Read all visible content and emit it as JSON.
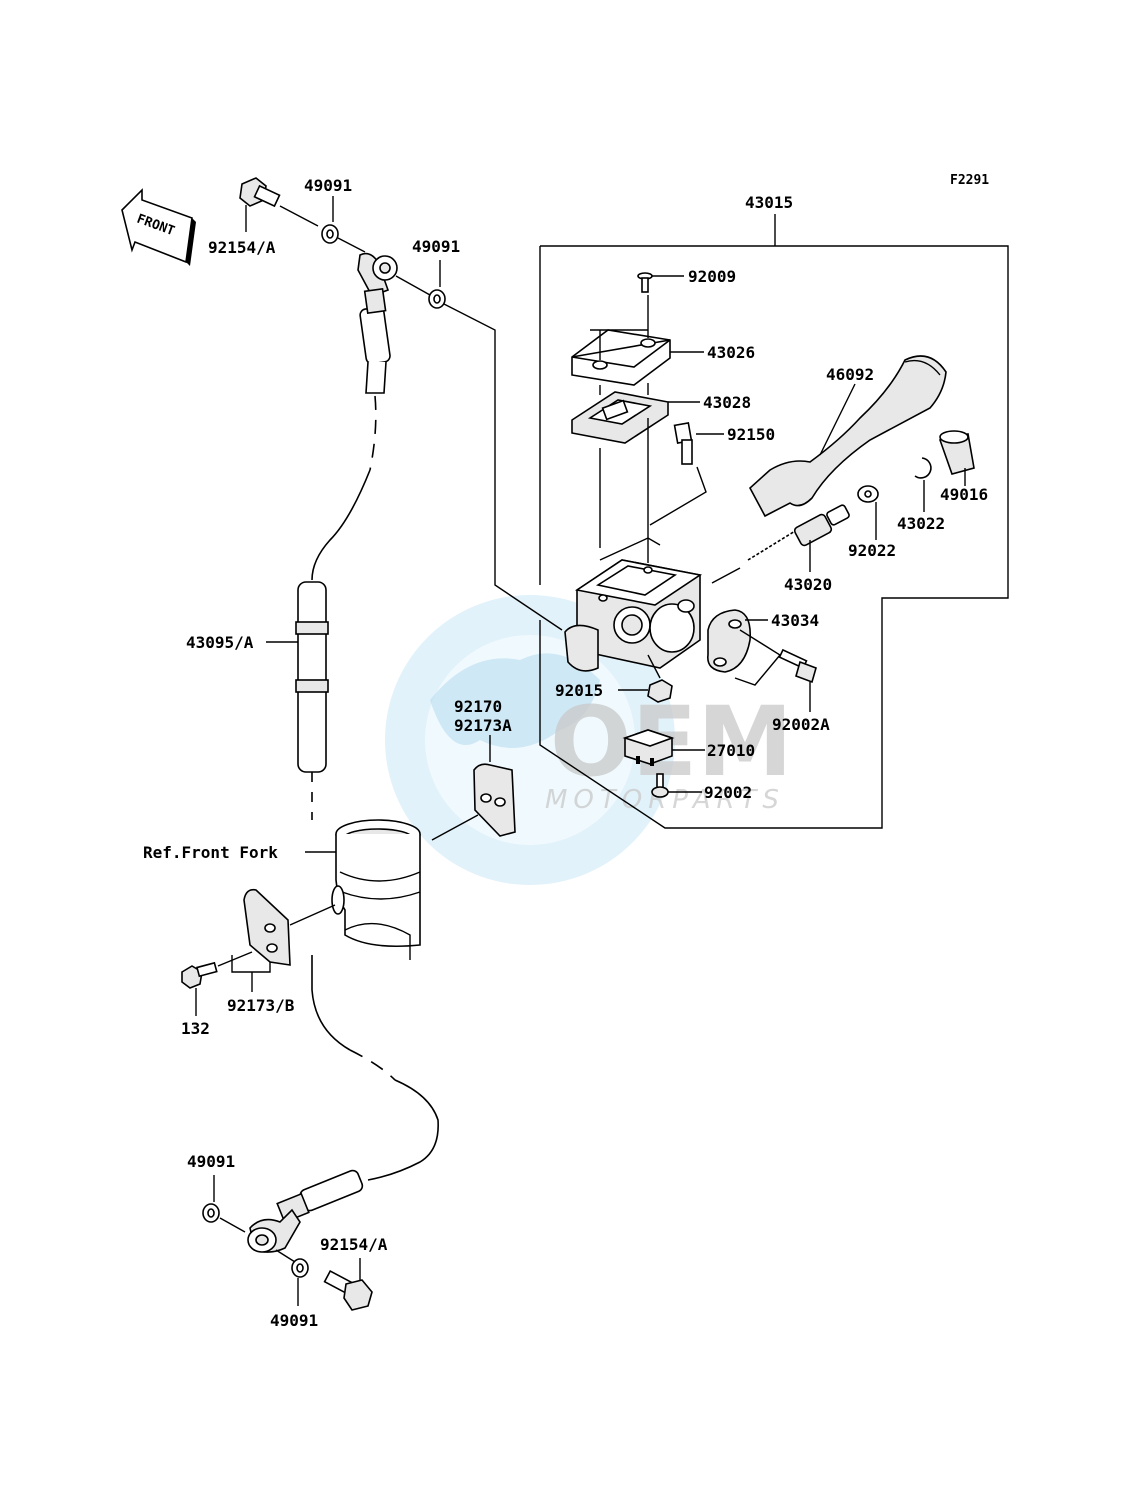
{
  "diagram": {
    "code": "F2291",
    "front_label": "FRONT",
    "watermark": {
      "main": "OEM",
      "sub": "MOTORPARTS"
    },
    "labels": {
      "p43015": "43015",
      "p92009": "92009",
      "p43026": "43026",
      "p43028": "43028",
      "p46092": "46092",
      "p92150": "92150",
      "p49016": "49016",
      "p43022": "43022",
      "p92022": "92022",
      "p43020": "43020",
      "p43034": "43034",
      "p92015": "92015",
      "p92002A": "92002A",
      "p27010": "27010",
      "p92002": "92002",
      "p92170": "92170",
      "p92173A": "92173A",
      "p49091_top1": "49091",
      "p49091_top2": "49091",
      "p92154A_top": "92154/A",
      "p43095A": "43095/A",
      "ref_front_fork": "Ref.Front Fork",
      "p92173B": "92173/B",
      "p132": "132",
      "p49091_bot1": "49091",
      "p49091_bot2": "49091",
      "p92154A_bot": "92154/A"
    }
  }
}
